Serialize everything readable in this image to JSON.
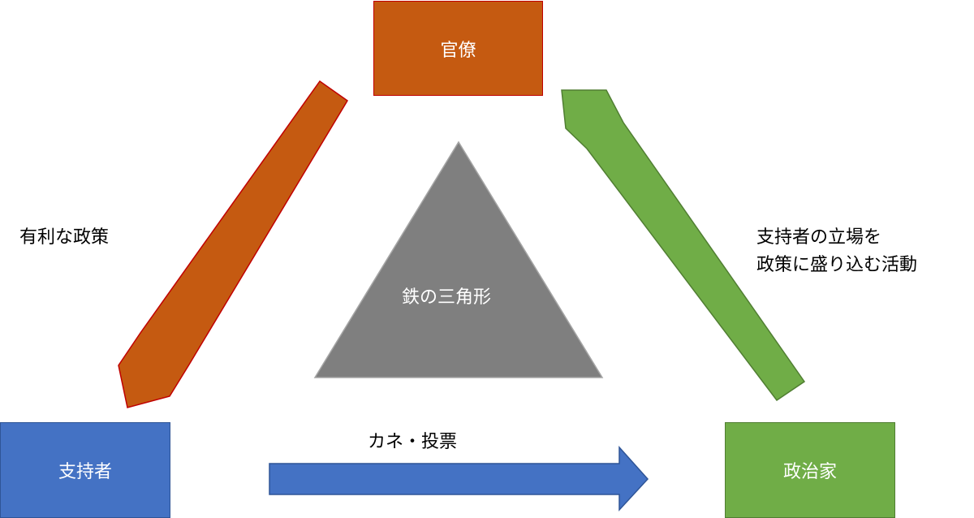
{
  "nodes": {
    "bureaucrats": "官僚",
    "supporters": "支持者",
    "politicians": "政治家"
  },
  "center": {
    "label": "鉄の三角形"
  },
  "edges": {
    "bureaucrats_to_supporters": "有利な政策",
    "supporters_to_politicians": "カネ・投票",
    "politicians_to_bureaucrats_line1": "支持者の立場を",
    "politicians_to_bureaucrats_line2": "政策に盛り込む活動"
  },
  "colors": {
    "bureaucrats": "#c55a11",
    "bureaucrats_border": "#c00000",
    "supporters": "#4472c4",
    "supporters_border": "#2f5597",
    "politicians": "#70ad47",
    "politicians_border": "#507e32",
    "triangle": "#7f7f7f",
    "triangle_border": "#a6a6a6"
  }
}
